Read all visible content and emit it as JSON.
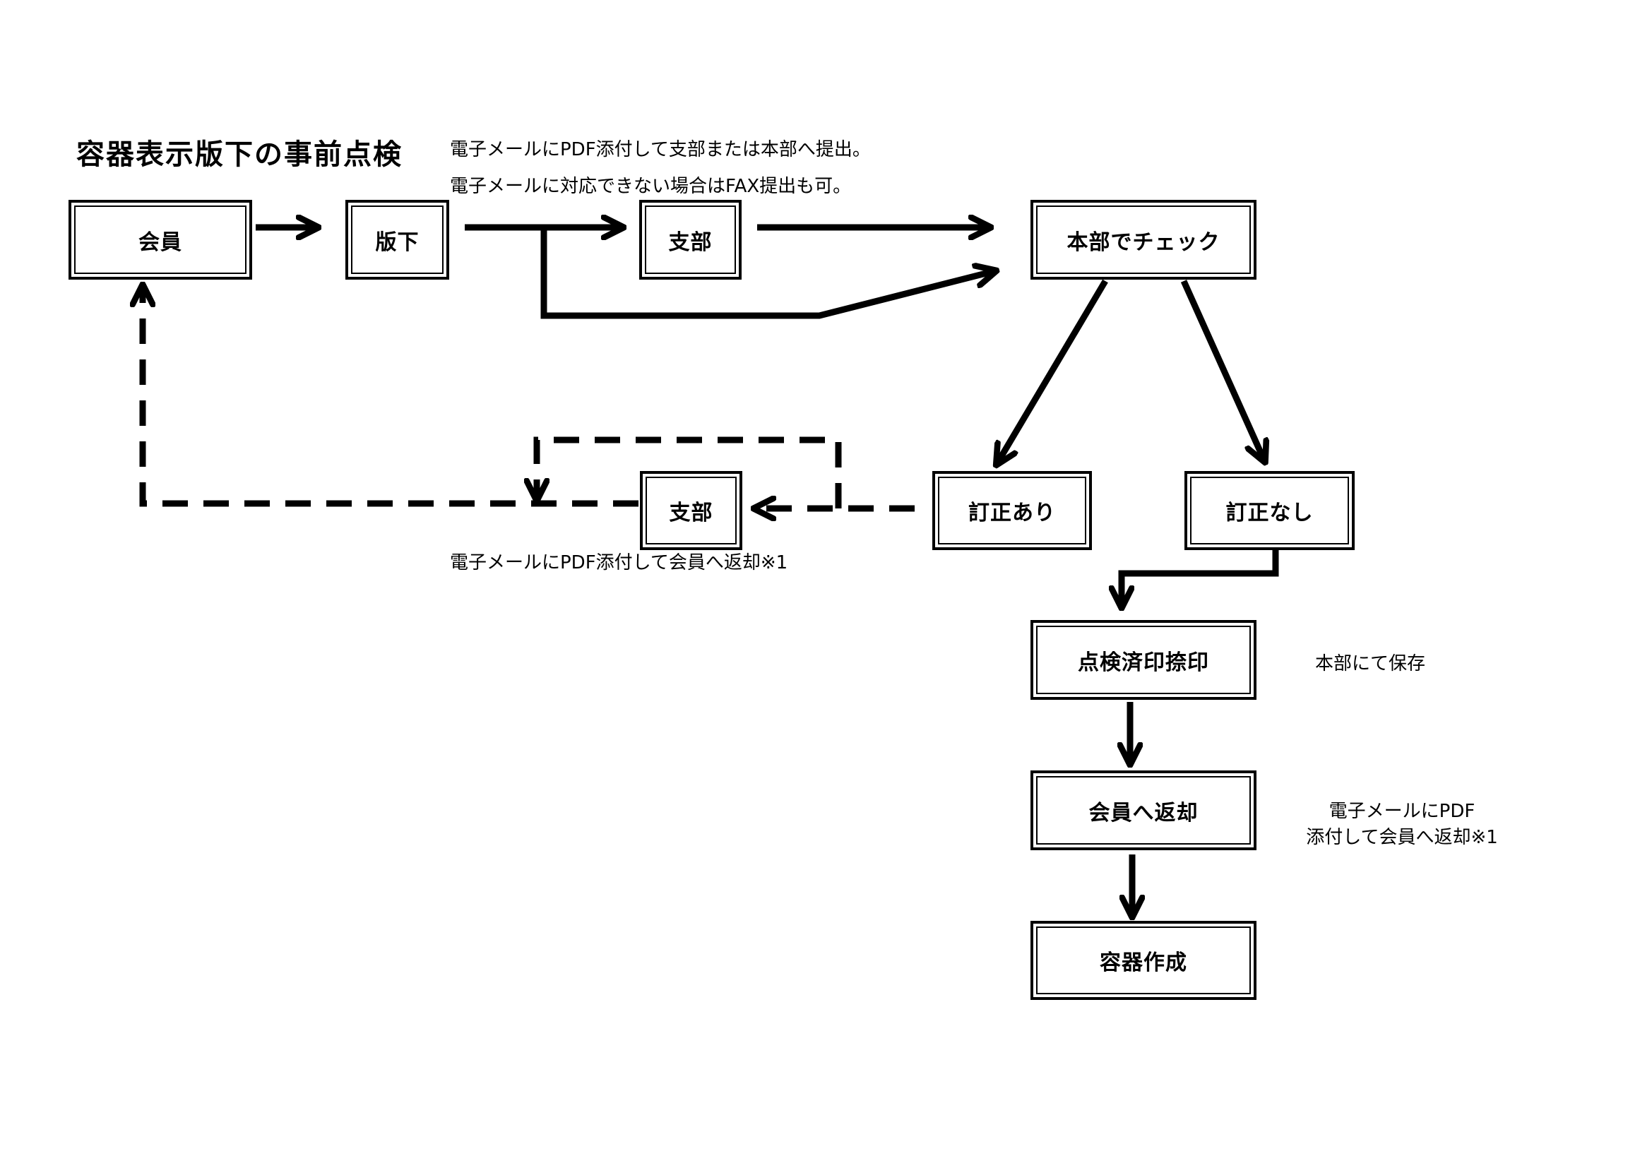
{
  "title": "容器表示版下の事前点検",
  "notes": {
    "submit_line1": "電子メールにPDF添付して支部または本部へ提出。",
    "submit_line2": "電子メールに対応できない場合はFAX提出も可。",
    "return_branch": "電子メールにPDF添付して会員へ返却※1",
    "hq_storage": "本部にて保存",
    "return_member_line1": "電子メールにPDF",
    "return_member_line2": "添付して会員へ返却※1"
  },
  "nodes": {
    "member": "会員",
    "draft": "版下",
    "branch_upper": "支部",
    "hq_check": "本部でチェック",
    "correction_yes": "訂正あり",
    "correction_no": "訂正なし",
    "branch_lower": "支部",
    "stamp": "点検済印捺印",
    "return_member": "会員へ返却",
    "make_container": "容器作成"
  },
  "edges": [
    {
      "from": "member",
      "to": "draft",
      "style": "solid"
    },
    {
      "from": "draft",
      "to": "branch_upper",
      "style": "solid"
    },
    {
      "from": "draft",
      "to": "hq_check",
      "style": "solid"
    },
    {
      "from": "branch_upper",
      "to": "hq_check",
      "style": "solid"
    },
    {
      "from": "hq_check",
      "to": "correction_yes",
      "style": "solid"
    },
    {
      "from": "hq_check",
      "to": "correction_no",
      "style": "solid"
    },
    {
      "from": "correction_yes",
      "to": "branch_lower",
      "style": "dashed"
    },
    {
      "from": "correction_yes",
      "to": "member",
      "style": "dashed"
    },
    {
      "from": "branch_lower",
      "to": "member",
      "style": "dashed"
    },
    {
      "from": "correction_no",
      "to": "stamp",
      "style": "solid"
    },
    {
      "from": "stamp",
      "to": "return_member",
      "style": "solid"
    },
    {
      "from": "return_member",
      "to": "make_container",
      "style": "solid"
    }
  ]
}
